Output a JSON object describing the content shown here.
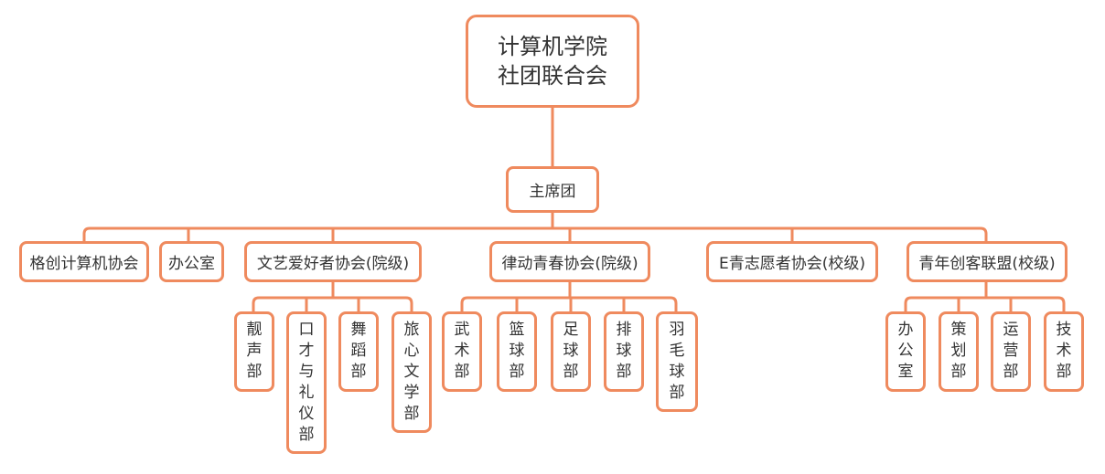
{
  "root": {
    "line1": "计算机学院",
    "line2": "社团联合会"
  },
  "presidium": "主席团",
  "level1": [
    {
      "id": "gechuang",
      "label": "格创计算机协会"
    },
    {
      "id": "office",
      "label": "办公室"
    },
    {
      "id": "wenyi",
      "label": "文艺爱好者协会(院级)"
    },
    {
      "id": "lvdong",
      "label": "律动青春协会(院级)"
    },
    {
      "id": "eqing",
      "label": "E青志愿者协会(校级)"
    },
    {
      "id": "qingnian",
      "label": "青年创客联盟(校级)"
    }
  ],
  "wenyi_depts": [
    "靓声部",
    "口才与礼仪部",
    "舞蹈部",
    "旅心文学部"
  ],
  "lvdong_depts": [
    "武术部",
    "篮球部",
    "足球部",
    "排球部",
    "羽毛球部"
  ],
  "qingnian_depts": [
    "办公室",
    "策划部",
    "运营部",
    "技术部"
  ],
  "colors": {
    "accent": "#ef8a5e",
    "text": "#333333",
    "background": "#ffffff"
  }
}
